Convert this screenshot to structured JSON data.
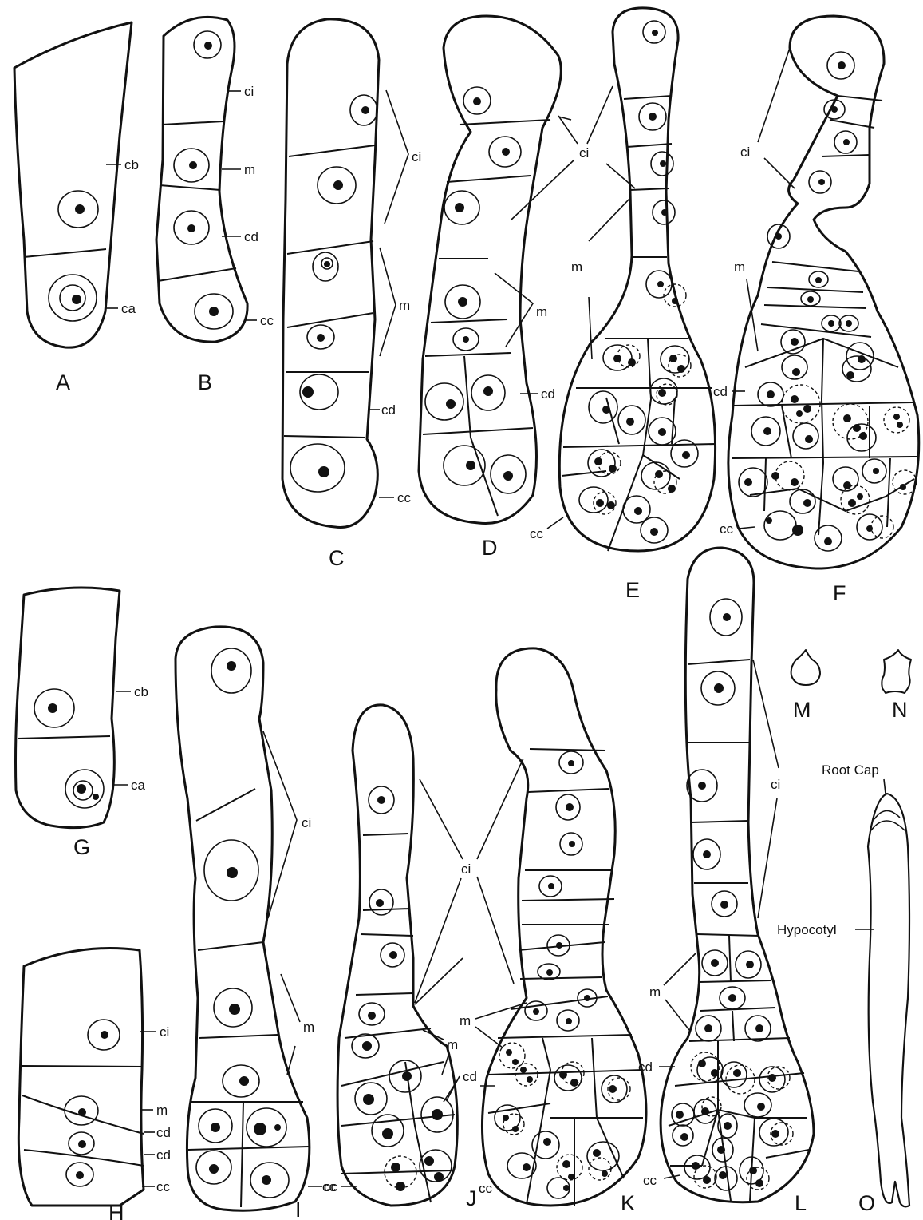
{
  "figure_labels": {
    "A": "A",
    "B": "B",
    "C": "C",
    "D": "D",
    "E": "E",
    "F": "F",
    "G": "G",
    "H": "H",
    "I": "I",
    "J": "J",
    "K": "K",
    "L": "L",
    "M": "M",
    "N": "N",
    "O": "O"
  },
  "cell_labels": {
    "cb": "cb",
    "ca": "ca",
    "ci": "ci",
    "m": "m",
    "cd": "cd",
    "cc": "cc"
  },
  "seedling_labels": {
    "root_cap": "Root Cap",
    "hypocotyl": "Hypocotyl"
  }
}
